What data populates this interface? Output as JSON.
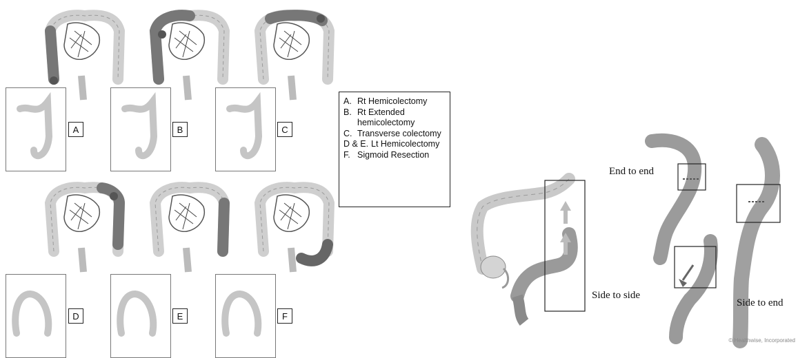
{
  "panels": [
    {
      "letter": "A"
    },
    {
      "letter": "B"
    },
    {
      "letter": "C"
    },
    {
      "letter": "D"
    },
    {
      "letter": "E"
    },
    {
      "letter": "F"
    }
  ],
  "legend": [
    {
      "key": "A.",
      "text": "Rt Hemicolectomy"
    },
    {
      "key": "B.",
      "text": "Rt Extended hemicolectomy"
    },
    {
      "key": "C.",
      "text": "Transverse colectomy"
    },
    {
      "key": "D & E.",
      "text": "Lt Hemicolectomy"
    },
    {
      "key": "F.",
      "text": "Sigmoid Resection"
    }
  ],
  "anastomosis": {
    "end_to_end": "End to end",
    "side_to_side": "Side to side",
    "side_to_end": "Side to end"
  },
  "credit": "© Healthwise, Incorporated"
}
